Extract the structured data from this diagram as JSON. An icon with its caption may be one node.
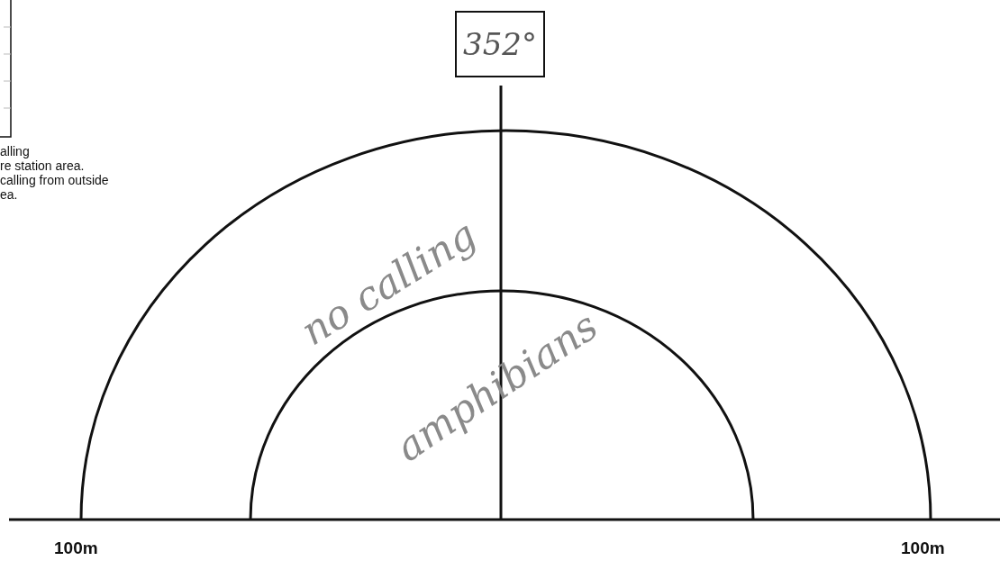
{
  "diagram": {
    "nodes": [
      {
        "text": [
          "352°"
        ]
      }
    ],
    "labels": [
      "alling",
      "re station area.",
      "calling from outside",
      "ea.",
      "no calling",
      "amphibians",
      "100m",
      "100m"
    ]
  }
}
